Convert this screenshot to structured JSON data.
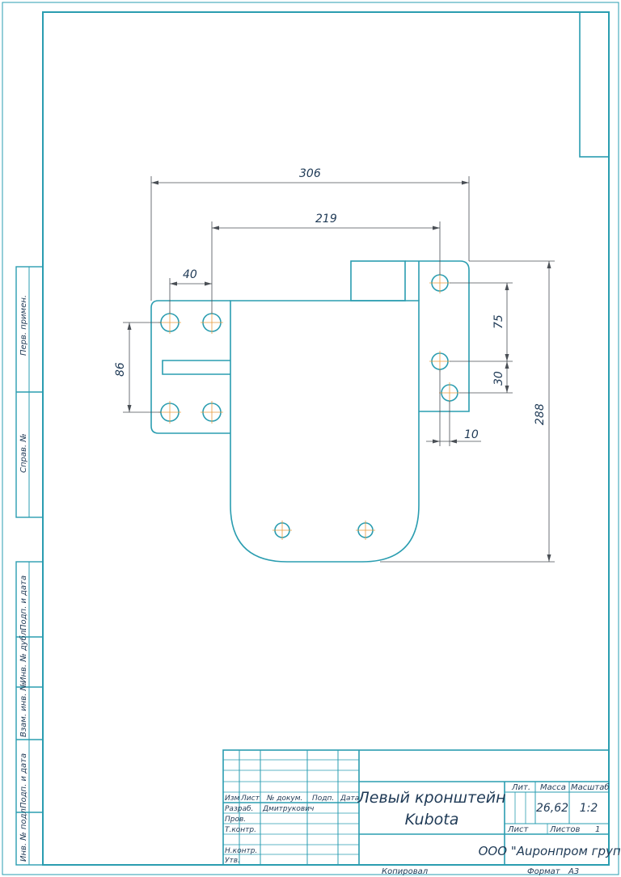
{
  "drawing": {
    "title_line1": "Левый кронштейн",
    "title_line2": "Kubota",
    "company": "ООО \"Аuронпром групп\"",
    "mass_value": "26,62",
    "scale_value": "1:2",
    "format_label": "Формат",
    "format_value": "А3",
    "copied_label": "Копировал"
  },
  "title_block": {
    "headers": [
      "Изм",
      "Лист",
      "№ докум.",
      "Подп.",
      "Дата"
    ],
    "rows": [
      "Разраб.",
      "Пров.",
      "Т.контр.",
      "",
      "Н.контр.",
      "Утв."
    ],
    "developer": "Дмитрукович",
    "lit_label": "Лит.",
    "mass_label": "Масса",
    "scale_label": "Масштаб",
    "sheet_label": "Лист",
    "sheets_label": "Листов",
    "sheets_count": "1"
  },
  "side_strip": {
    "labels": [
      "Перв. примен.",
      "Справ. №",
      "Подп. и дата",
      "Инв. № дубл.",
      "Взам. инв. №",
      "Подп. и дата",
      "Инв. № подл."
    ]
  },
  "dimensions": {
    "d306": "306",
    "d219": "219",
    "d40": "40",
    "d86": "86",
    "d75": "75",
    "d30": "30",
    "d10": "10",
    "d288": "288"
  },
  "colors": {
    "frame": "#2a9db0",
    "center_lines": "#e89a3c",
    "dimension_lines": "#4a4f55"
  }
}
